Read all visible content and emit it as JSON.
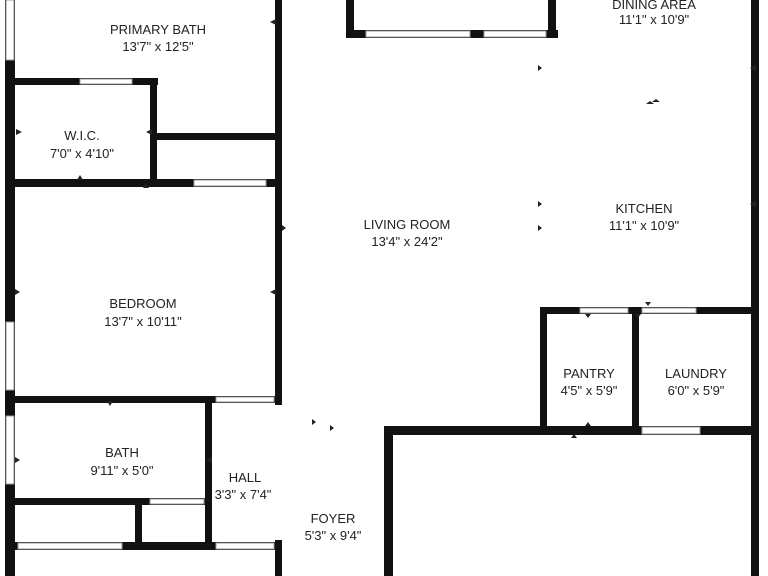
{
  "rooms": {
    "primary_bath": {
      "name": "PRIMARY BATH",
      "dims": "13'7\" x 12'5\""
    },
    "dining_area": {
      "name": "DINING AREA",
      "dims": "11'1\" x 10'9\""
    },
    "wic": {
      "name": "W.I.C.",
      "dims": "7'0\" x 4'10\""
    },
    "living_room": {
      "name": "LIVING ROOM",
      "dims": "13'4\" x 24'2\""
    },
    "kitchen": {
      "name": "KITCHEN",
      "dims": "11'1\" x 10'9\""
    },
    "bedroom": {
      "name": "BEDROOM",
      "dims": "13'7\" x 10'11\""
    },
    "pantry": {
      "name": "PANTRY",
      "dims": "4'5\" x 5'9\""
    },
    "laundry": {
      "name": "LAUNDRY",
      "dims": "6'0\" x 5'9\""
    },
    "bath": {
      "name": "BATH",
      "dims": "9'11\" x 5'0\""
    },
    "hall": {
      "name": "HALL",
      "dims": "3'3\" x 7'4\""
    },
    "foyer": {
      "name": "FOYER",
      "dims": "5'3\" x 9'4\""
    }
  },
  "colors": {
    "wall": "#111111",
    "background": "#ffffff",
    "text": "#222222"
  }
}
